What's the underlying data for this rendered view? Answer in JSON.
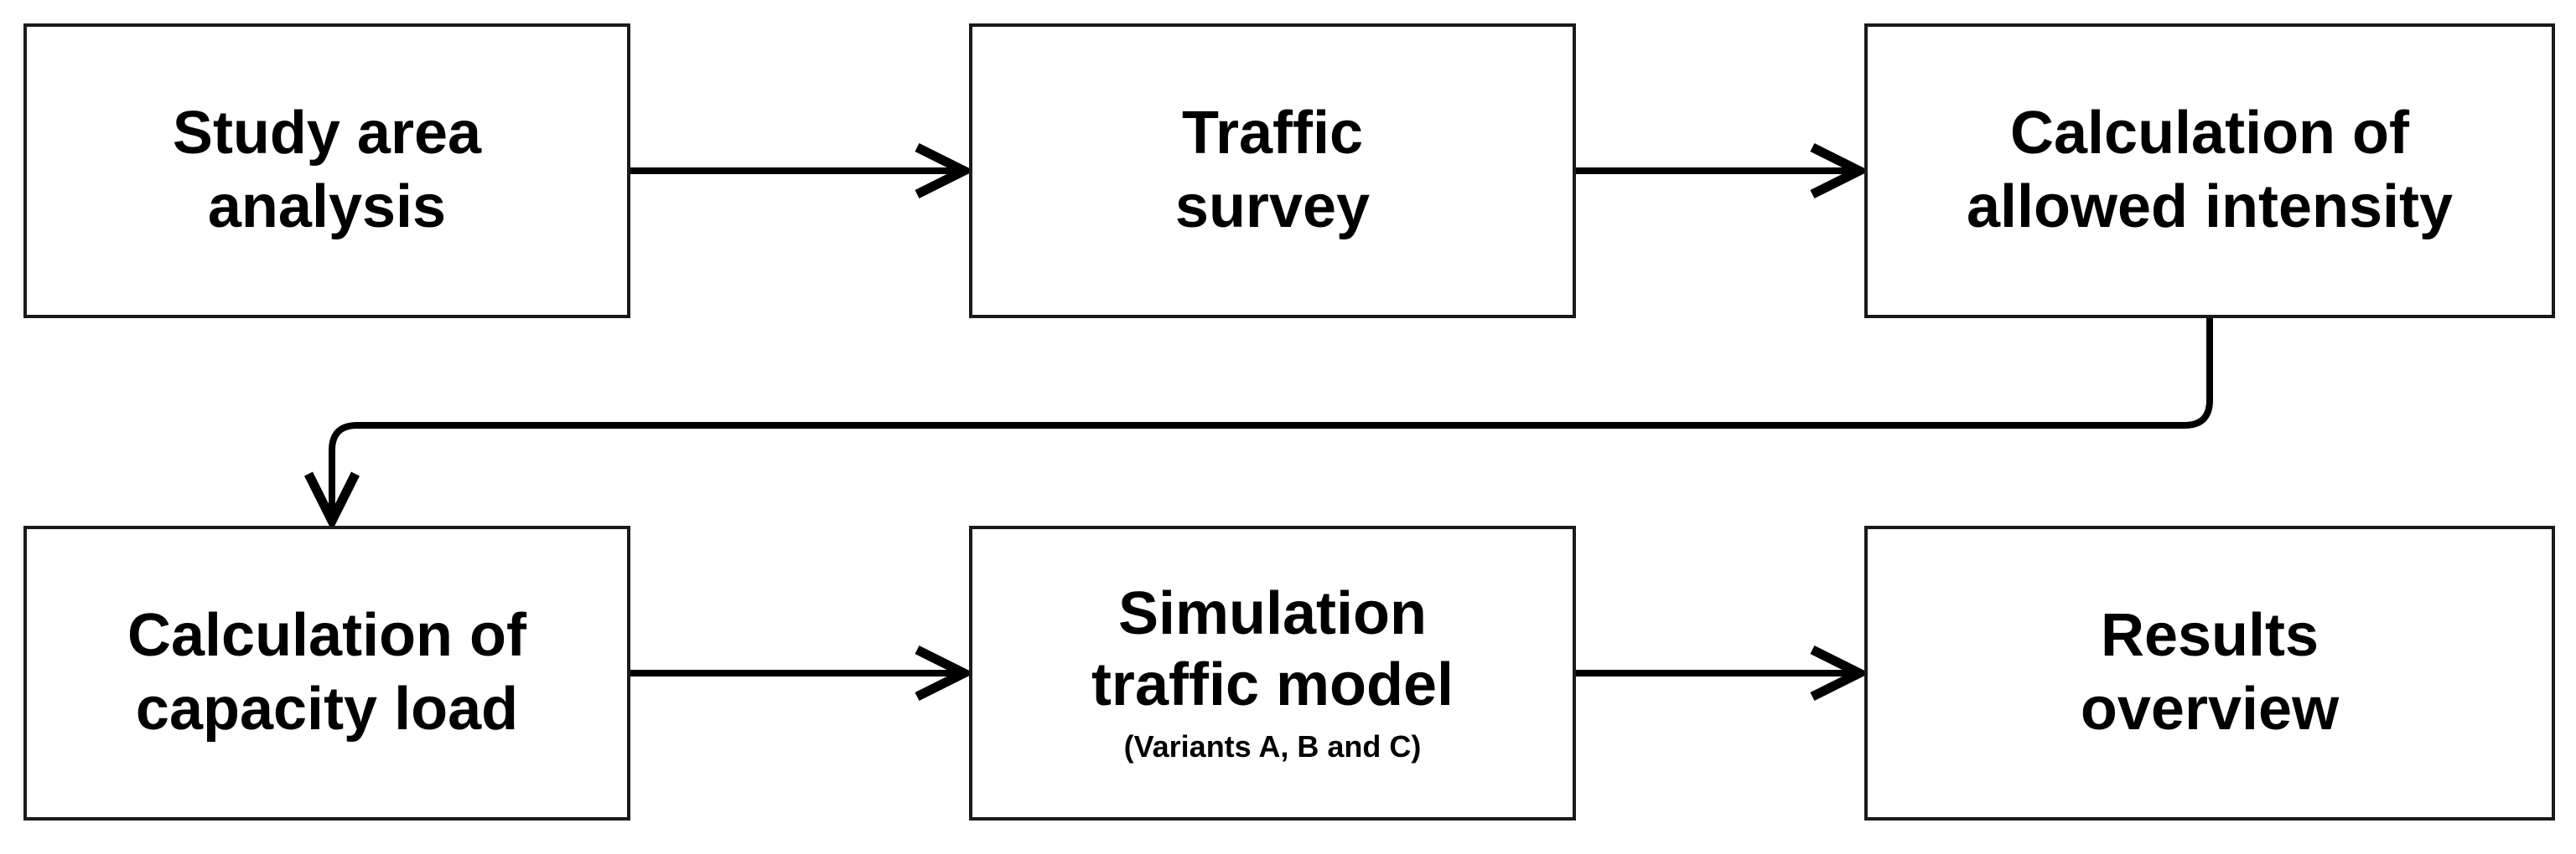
{
  "diagram": {
    "boxes": [
      {
        "id": "study-area",
        "lines": [
          "Study area",
          "analysis"
        ]
      },
      {
        "id": "traffic-survey",
        "lines": [
          "Traffic",
          "survey"
        ]
      },
      {
        "id": "allowed-intensity",
        "lines": [
          "Calculation of",
          "allowed intensity"
        ]
      },
      {
        "id": "capacity-load",
        "lines": [
          "Calculation of",
          "capacity load"
        ]
      },
      {
        "id": "simulation-model",
        "lines": [
          "Simulation",
          "traffic model"
        ],
        "note": "(Variants A, B and C)"
      },
      {
        "id": "results-overview",
        "lines": [
          "Results",
          "overview"
        ]
      }
    ],
    "connections": [
      {
        "from": "study-area",
        "to": "traffic-survey"
      },
      {
        "from": "traffic-survey",
        "to": "allowed-intensity"
      },
      {
        "from": "allowed-intensity",
        "to": "capacity-load"
      },
      {
        "from": "capacity-load",
        "to": "simulation-model"
      },
      {
        "from": "simulation-model",
        "to": "results-overview"
      }
    ],
    "colors": {
      "box_border": "#1a1a1a",
      "arrow": "#000000",
      "text": "#000000",
      "background": "#ffffff"
    }
  }
}
